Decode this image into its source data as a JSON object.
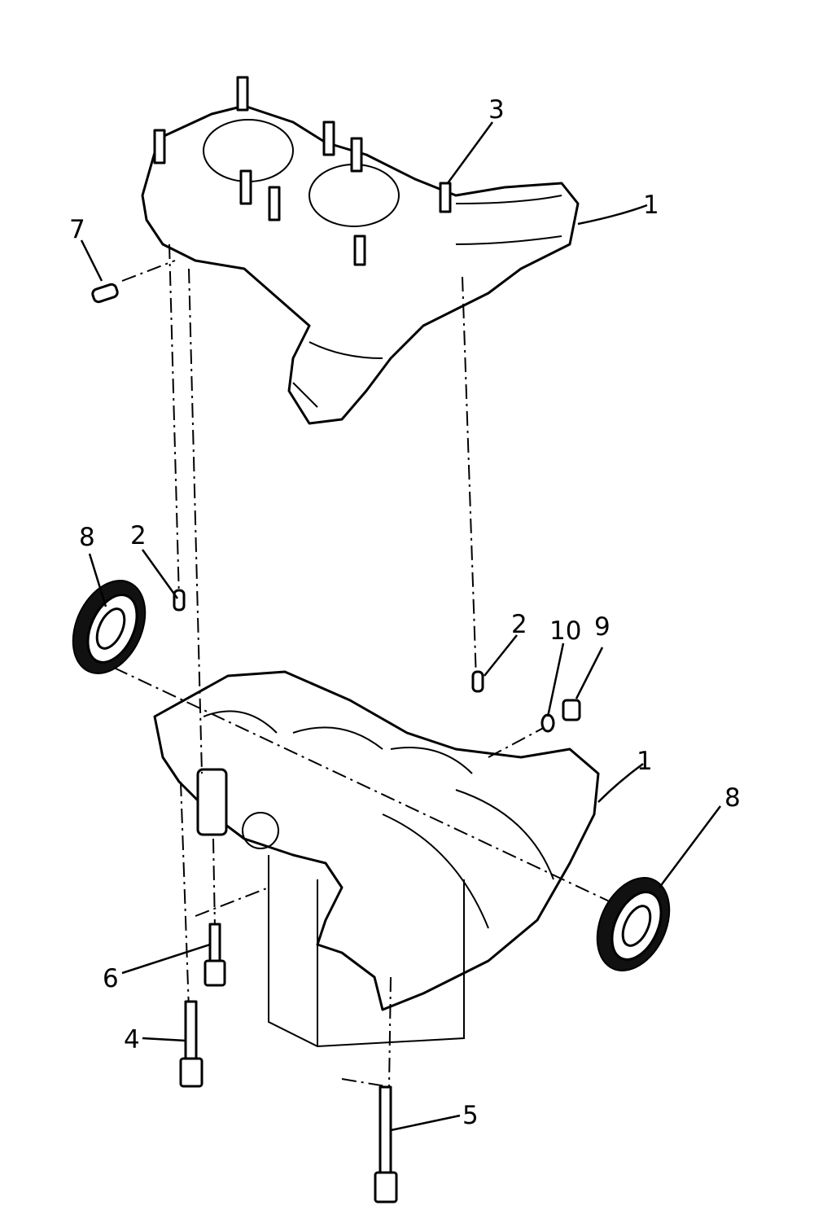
{
  "diagram": {
    "callouts": [
      {
        "id": "c1-top",
        "text": "1"
      },
      {
        "id": "c3",
        "text": "3"
      },
      {
        "id": "c7",
        "text": "7"
      },
      {
        "id": "c8-left",
        "text": "8"
      },
      {
        "id": "c2-left",
        "text": "2"
      },
      {
        "id": "c2-right",
        "text": "2"
      },
      {
        "id": "c10",
        "text": "10"
      },
      {
        "id": "c9",
        "text": "9"
      },
      {
        "id": "c1-bottom",
        "text": "1"
      },
      {
        "id": "c8-right",
        "text": "8"
      },
      {
        "id": "c6",
        "text": "6"
      },
      {
        "id": "c4",
        "text": "4"
      },
      {
        "id": "c5",
        "text": "5"
      }
    ]
  }
}
